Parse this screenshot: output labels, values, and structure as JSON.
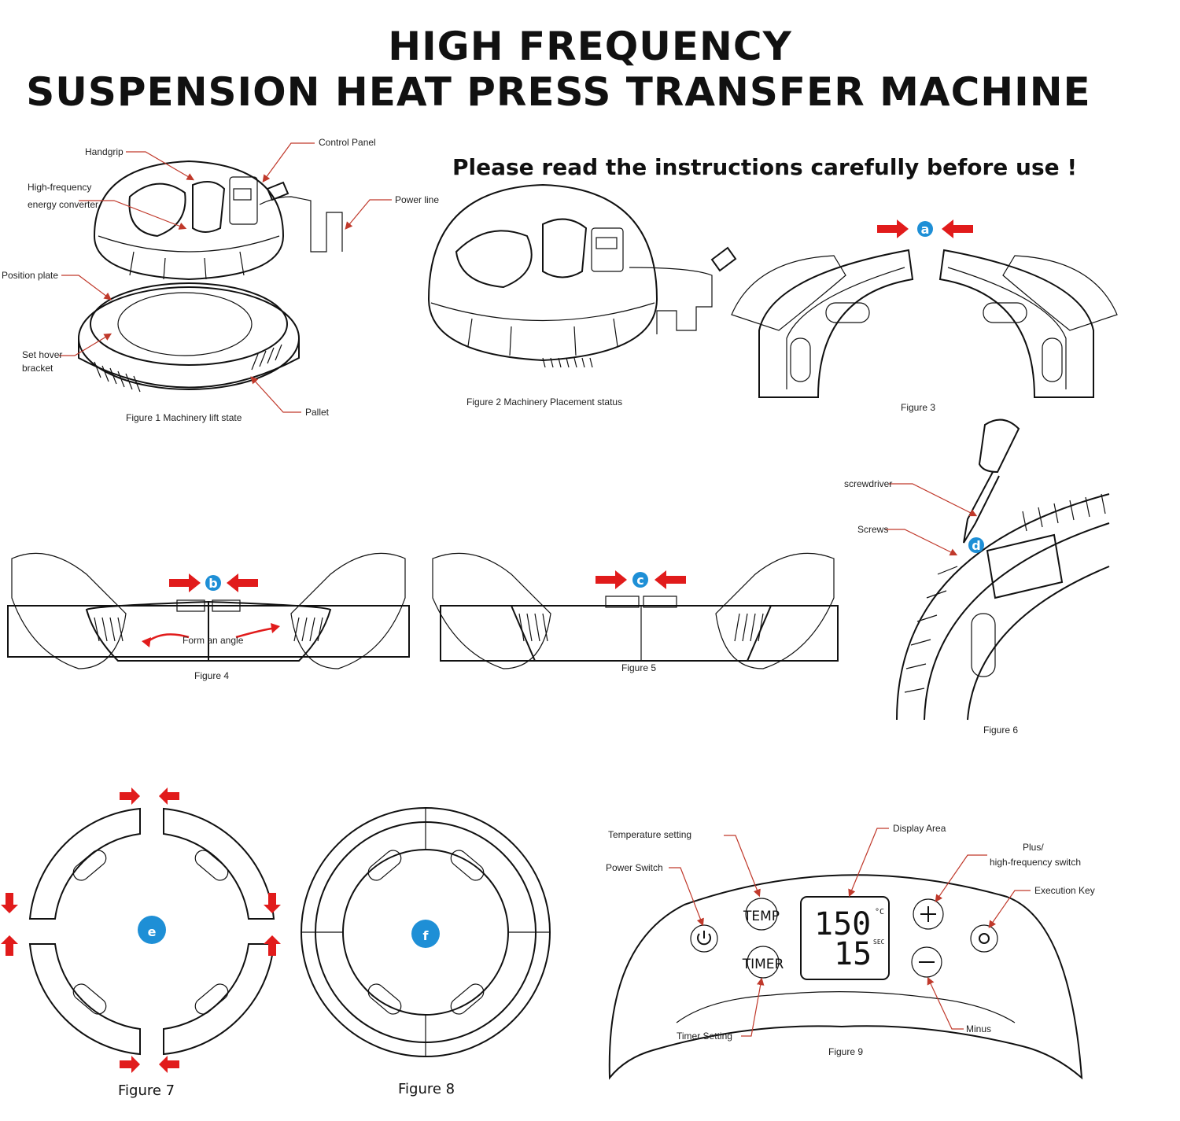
{
  "title_line1": "HIGH FREQUENCY",
  "title_line2": "SUSPENSION HEAT PRESS TRANSFER MACHINE",
  "notice": "Please read the instructions carefully before use !",
  "figure1": {
    "caption": "Figure 1    Machinery    lift    state",
    "labels": {
      "handgrip": "Handgrip",
      "control_panel": "Control Panel",
      "converter_1": "High-frequency",
      "converter_2": "energy converter",
      "power_line": "Power line",
      "position_plate": "Position plate",
      "hover_1": "Set hover",
      "hover_2": "bracket",
      "pallet": "Pallet"
    }
  },
  "figure2": {
    "caption": "Figure 2    Machinery Placement status"
  },
  "figure3": {
    "caption": "Figure 3",
    "badge": "a"
  },
  "figure4": {
    "caption": "Figure 4",
    "badge": "b",
    "annotation": "Form an angle"
  },
  "figure5": {
    "caption": "Figure 5",
    "badge": "c"
  },
  "figure6": {
    "caption": "Figure 6",
    "badge": "d",
    "labels": {
      "screwdriver": "screwdriver",
      "screws": "Screws"
    }
  },
  "figure7": {
    "caption": "Figure 7",
    "badge": "e"
  },
  "figure8": {
    "caption": "Figure 8",
    "badge": "f"
  },
  "figure9": {
    "caption": "Figure 9",
    "labels": {
      "temperature_setting": "Temperature    setting",
      "display_area": "Display Area",
      "plus_1": "Plus/",
      "plus_2": "high-frequency switch",
      "power_switch": "Power Switch",
      "execution_key": "Execution Key",
      "timer_setting": "Timer Setting",
      "minus": "Minus"
    },
    "buttons": {
      "temp": "TEMP",
      "timer": "TIMER"
    },
    "display": {
      "top": "150",
      "top_unit": "°C",
      "bottom": "15",
      "bottom_unit": "SEC"
    }
  },
  "colors": {
    "arrow": "#e11b1b",
    "badge": "#1e8fd6",
    "leader": "#c0392b"
  }
}
